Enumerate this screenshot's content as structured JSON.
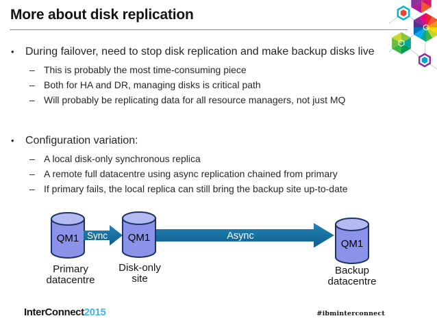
{
  "slide": {
    "title": "More about disk replication",
    "bullets": [
      {
        "text": "During failover, need to stop disk replication and make backup disks live",
        "sub": [
          "This is probably the most time-consuming piece",
          "Both for HA and DR, managing disks is critical path",
          "Will probably be replicating data for all resource managers, not just MQ"
        ]
      },
      {
        "text": "Configuration variation:",
        "sub": [
          "A local disk-only synchronous replica",
          "A remote full datacentre using async replication chained from primary",
          "If primary fails, the local replica can still bring the backup site up-to-date"
        ]
      }
    ]
  },
  "diagram": {
    "nodes": [
      {
        "label": "QM1",
        "caption": [
          "Primary",
          "datacentre"
        ]
      },
      {
        "label": "QM1",
        "caption": [
          "Disk-only",
          "site"
        ]
      },
      {
        "label": "QM1",
        "caption": [
          "Backup",
          "datacentre"
        ]
      }
    ],
    "arrows": [
      {
        "label": "Sync"
      },
      {
        "label": "Async"
      }
    ],
    "colors": {
      "cylinder_body": "#8a93e8",
      "cylinder_top": "#b3bbf2",
      "cylinder_stroke": "#1e3264",
      "arrow_fill": "#15719f",
      "arrow_text": "#ffffff"
    }
  },
  "footer": {
    "brand": "InterConnect",
    "year": "2015",
    "year_color": "#41b6e6",
    "hashtag": "#ibminterconnect"
  }
}
